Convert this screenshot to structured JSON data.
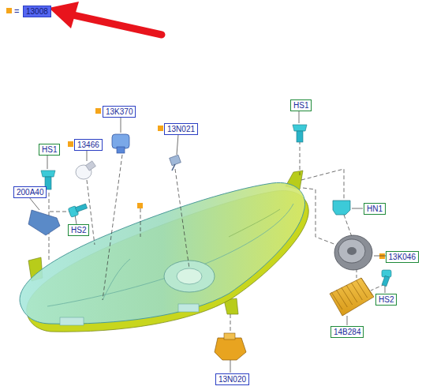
{
  "diagram": {
    "nodes": [
      {
        "text": [
          "13008"
        ]
      },
      {
        "text": [
          "HS1"
        ]
      },
      {
        "text": [
          "13K370"
        ]
      },
      {
        "text": [
          "13N021"
        ]
      },
      {
        "text": [
          "13466"
        ]
      },
      {
        "text": [
          "HS1"
        ]
      },
      {
        "text": [
          "200A40"
        ]
      },
      {
        "text": [
          "HN1"
        ]
      },
      {
        "text": [
          "HS2"
        ]
      },
      {
        "text": [
          "13K046"
        ]
      },
      {
        "text": [
          "HS2"
        ]
      },
      {
        "text": [
          "14B284"
        ]
      },
      {
        "text": [
          "13N020"
        ]
      }
    ],
    "labels": [
      "="
    ]
  }
}
